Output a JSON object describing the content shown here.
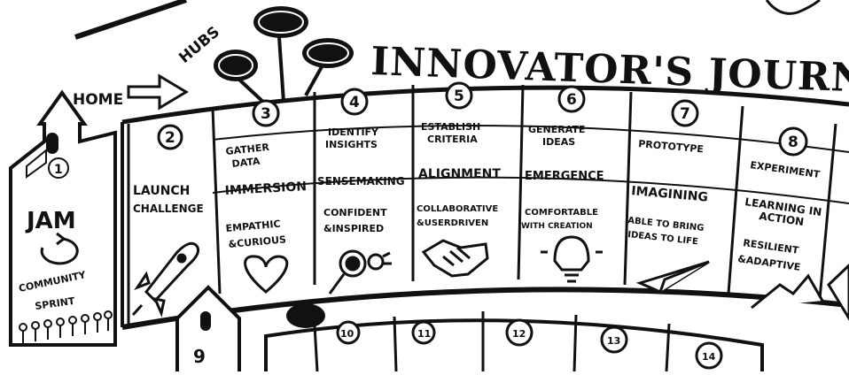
{
  "title": "INNOVATOR'S JOURNEY",
  "home_label": "HOME",
  "hubs_label": "HUBS",
  "jam": {
    "number": "1",
    "name": "JAM",
    "subtitle_line1": "COMMUNITY",
    "subtitle_line2": "SPRINT"
  },
  "stages": [
    {
      "number": "2",
      "activity_line1": "LAUNCH",
      "activity_line2": "CHALLENGE",
      "activity_line3": "",
      "mode": "",
      "mindset_line1": "",
      "mindset_line2": "",
      "icon": "rocket-icon"
    },
    {
      "number": "3",
      "activity_line1": "GATHER",
      "activity_line2": "DATA",
      "activity_line3": "",
      "mode": "IMMERSION",
      "mindset_line1": "EMPATHIC",
      "mindset_line2": "&CURIOUS",
      "icon": "heart-icon"
    },
    {
      "number": "4",
      "activity_line1": "IDENTIFY",
      "activity_line2": "INSIGHTS",
      "activity_line3": "",
      "mode": "SENSEMAKING",
      "mindset_line1": "CONFIDENT",
      "mindset_line2": "&INSPIRED",
      "icon": "magnifier-icon"
    },
    {
      "number": "5",
      "activity_line1": "ESTABLISH",
      "activity_line2": "CRITERIA",
      "activity_line3": "",
      "mode": "ALIGNMENT",
      "mindset_line1": "COLLABORATIVE",
      "mindset_line2": "&USERDRIVEN",
      "icon": "handshake-icon"
    },
    {
      "number": "6",
      "activity_line1": "GENERATE",
      "activity_line2": "IDEAS",
      "activity_line3": "",
      "mode": "EMERGENCE",
      "mindset_line1": "COMFORTABLE",
      "mindset_line2": "WITH CREATION",
      "icon": "lightbulb-icon"
    },
    {
      "number": "7",
      "activity_line1": "PROTOTYPE",
      "activity_line2": "",
      "activity_line3": "",
      "mode": "IMAGINING",
      "mindset_line1": "ABLE TO BRING",
      "mindset_line2": "IDEAS TO LIFE",
      "icon": "paper-plane-icon"
    },
    {
      "number": "8",
      "activity_line1": "EXPERIMENT",
      "activity_line2": "",
      "activity_line3": "",
      "mode": "LEARNING IN",
      "mode_line2": "ACTION",
      "mindset_line1": "RESILIENT",
      "mindset_line2": "&ADAPTIVE",
      "icon": "mountain-icon"
    }
  ],
  "lower_row": {
    "house_number": "9",
    "numbers": [
      "10",
      "11",
      "12",
      "13",
      "14"
    ]
  }
}
